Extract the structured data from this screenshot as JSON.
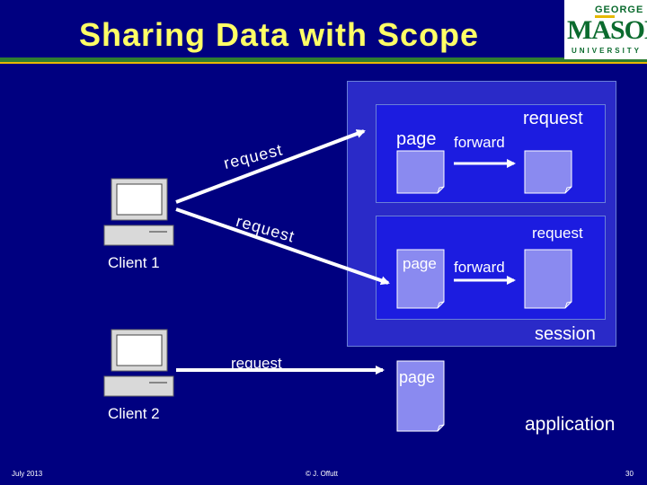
{
  "slide": {
    "title": "Sharing Data with Scope",
    "logo": {
      "line1": "GEORGE",
      "line2": "MASON",
      "line3": "UNIVERSITY"
    },
    "footer": {
      "date": "July 2013",
      "author": "© J. Offutt",
      "page_number": "30"
    }
  },
  "diagram": {
    "scopes": {
      "application": "application",
      "session": "session",
      "request_top": "request",
      "request_mid": "request"
    },
    "clients": {
      "client1": "Client 1",
      "client2": "Client 2"
    },
    "arrows": {
      "upper": "request",
      "middle": "request",
      "lower": "request"
    },
    "pages": {
      "top": "page",
      "middle": "page",
      "bottom": "page"
    },
    "forwards": {
      "top": "forward",
      "middle": "forward"
    }
  },
  "colors": {
    "background": "#000080",
    "title": "#ffff66",
    "page_fill": "#8a8af0",
    "box_fill": "#1c1ce0",
    "box_border": "#6a7fd8",
    "accent_green": "#2e7d32",
    "accent_gold": "#e6b800"
  }
}
